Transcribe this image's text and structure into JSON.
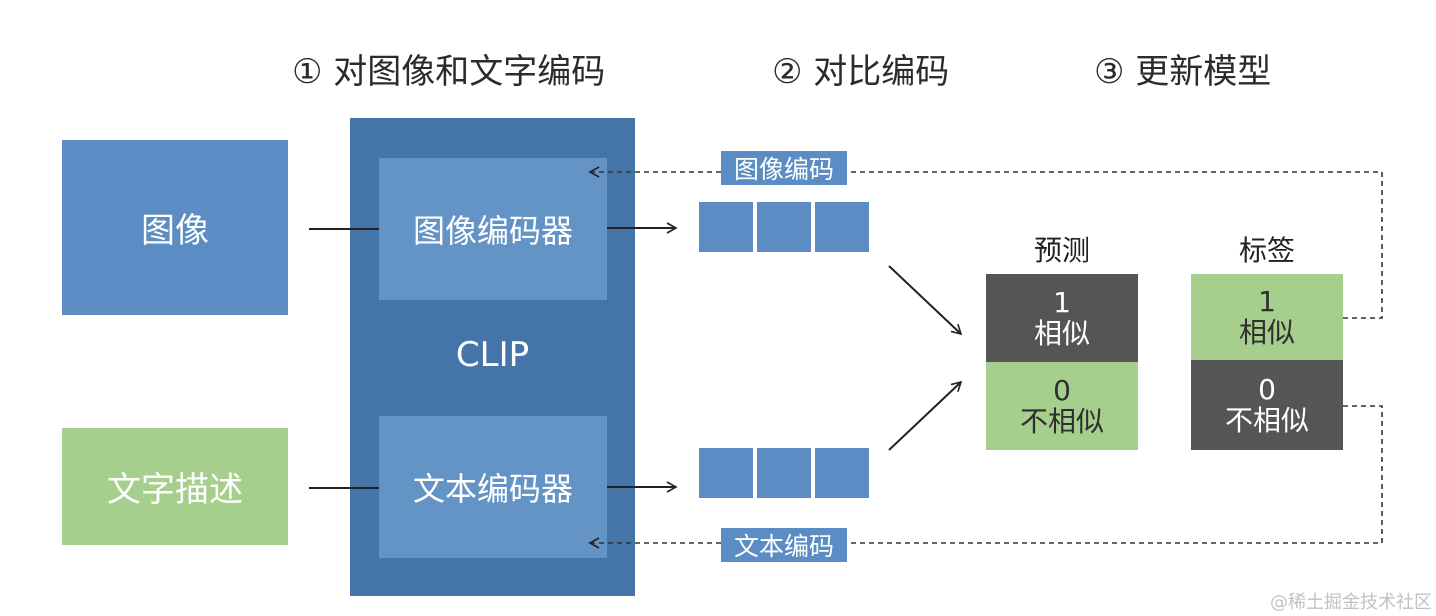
{
  "steps": {
    "step1": "① 对图像和文字编码",
    "step2": "② 对比编码",
    "step3": "③ 更新模型"
  },
  "inputs": {
    "image": "图像",
    "text": "文字描述"
  },
  "clip": {
    "label": "CLIP",
    "image_encoder": "图像编码器",
    "text_encoder": "文本编码器"
  },
  "encodings": {
    "image_tag": "图像编码",
    "text_tag": "文本编码"
  },
  "prediction": {
    "title": "预测",
    "top_value": "1",
    "top_text": "相似",
    "bottom_value": "0",
    "bottom_text": "不相似"
  },
  "label": {
    "title": "标签",
    "top_value": "1",
    "top_text": "相似",
    "bottom_value": "0",
    "bottom_text": "不相似"
  },
  "colors": {
    "blue": "#5b8cc3",
    "dark_blue": "#4574a8",
    "green": "#a6cf8d",
    "gray": "#555555"
  },
  "watermark": "@稀土掘金技术社区"
}
